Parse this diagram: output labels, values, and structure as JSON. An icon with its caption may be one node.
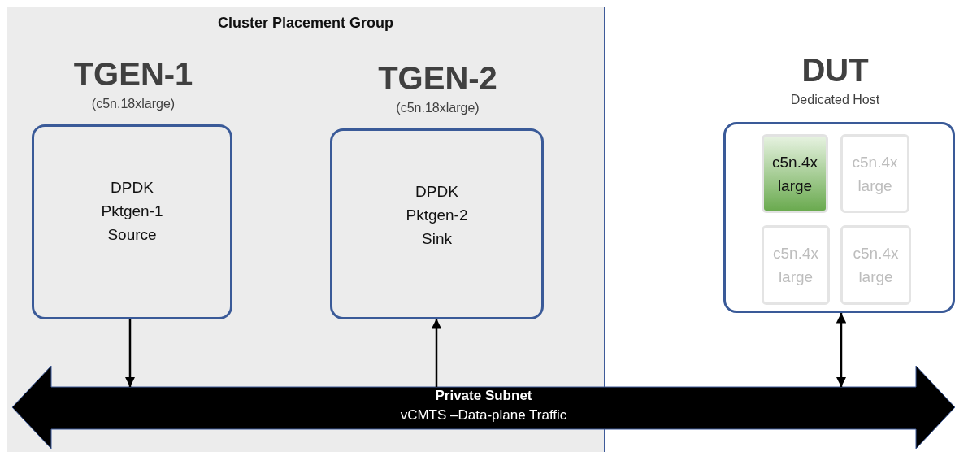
{
  "diagram": {
    "nodes": [
      {
        "text": [
          "Cluster Placement Group"
        ]
      },
      {
        "text": [
          "TGEN-1",
          "(c5n.18xlarge)",
          "DPDK Pktgen-1 Source"
        ],
        "in": 0
      },
      {
        "text": [
          "TGEN-2",
          "(c5n.18xlarge)",
          "DPDK Pktgen-2 Sink"
        ],
        "in": 0
      },
      {
        "text": [
          "DUT",
          "Dedicated Host"
        ]
      },
      {
        "text": [
          "c5n.4x large"
        ],
        "in": 3
      },
      {
        "text": [
          "c5n.4x large"
        ],
        "in": 3
      },
      {
        "text": [
          "c5n.4x large"
        ],
        "in": 3
      },
      {
        "text": [
          "c5n.4x large"
        ],
        "in": 3
      },
      {
        "text": [
          "Private Subnet",
          "vCMTS –Data-plane Traffic"
        ]
      }
    ],
    "edges": [
      {
        "from": 1,
        "to": 8,
        "arrow": "to"
      },
      {
        "from": 8,
        "to": 2,
        "arrow": "to"
      },
      {
        "from": 3,
        "to": 8,
        "arrow": "both"
      }
    ]
  }
}
